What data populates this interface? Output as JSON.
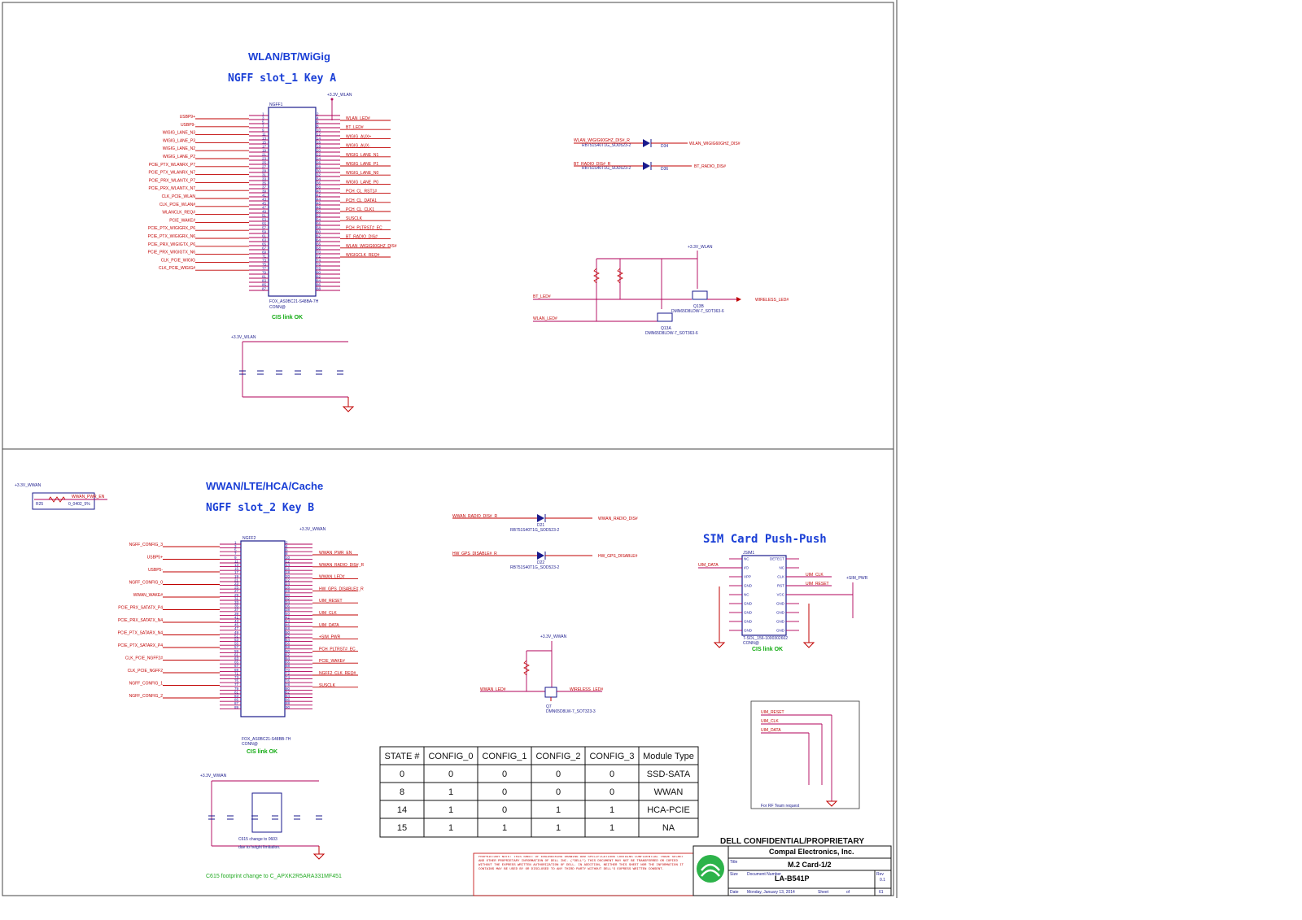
{
  "sections": {
    "top": {
      "title": "WLAN/BT/WiGig",
      "subtitle": "NGFF slot_1 Key A",
      "connector_ref": "NGFF1",
      "connector_part": "FOX_AS0BC21-S48BA-7H",
      "connector_tag": "CONN@",
      "cis_note": "CIS link OK",
      "power_label": "+3.3V_WLAN"
    },
    "bottom": {
      "title": "WWAN/LTE/HCA/Cache",
      "subtitle": "NGFF slot_2 Key B",
      "connector_ref": "NGFF2",
      "connector_part": "FOX_AS0BC21-S48BB-7H",
      "connector_tag": "CONN@",
      "cis_note": "CIS link OK",
      "power_label": "+3.3V_WWAN"
    },
    "sim": {
      "title": "SIM Card Push-Push",
      "ref": "JSIM1",
      "part": "T-SOL_156-1000302602",
      "tag": "CONN@",
      "cis_note": "CIS link OK",
      "power_label": "+SIM_PWR",
      "pins_left": [
        "NC",
        "I/O",
        "VPP",
        "GND",
        "NC",
        "GND",
        "GND",
        "GND",
        "GND"
      ],
      "pins_right": [
        "DETECT",
        "NC",
        "CLK",
        "RST",
        "VCC",
        "GND",
        "GND",
        "GND",
        "GND"
      ],
      "nets": [
        "UIM_DATA",
        "UIM_CLK",
        "UIM_RESET"
      ],
      "rf_note": "For RF Team request"
    }
  },
  "nets_left_top": [
    "USBP9+",
    "USBP9-",
    "WIGIG_LANE_N3",
    "WIGIG_LANE_P3",
    "WIGIG_LANE_N2",
    "WIGIG_LANE_P2",
    "PCIE_PTX_WLANRX_P7",
    "PCIE_PTX_WLANRX_N7",
    "PCIE_PRX_WLANTX_P7",
    "PCIE_PRX_WLANTX_N7",
    "CLK_PCIE_WLAN",
    "CLK_PCIE_WLAN#",
    "WLANCLK_REQ#",
    "PCIE_WAKE#",
    "PCIE_PTX_WIGIGRX_P6",
    "PCIE_PTX_WIGIGRX_N6",
    "PCIE_PRX_WIGIGTX_P6",
    "PCIE_PRX_WIGIGTX_N6",
    "CLK_PCIE_WIGIG",
    "CLK_PCIE_WIGIG#"
  ],
  "nets_right_top": [
    "WLAN_LED#",
    "BT_LED#",
    "WIGIG_AUX+",
    "WIGIG_AUX-",
    "WIGIG_LANE_N1",
    "WIGIG_LANE_P1",
    "WIGIG_LANE_N0",
    "WIGIG_LANE_P0",
    "PCH_CL_RST1#",
    "PCH_CL_DATA1",
    "PCH_CL_CLK1",
    "SUSCLK",
    "PCH_PLTRST#_EC",
    "BT_RADIO_DIS#",
    "WLAN_WIGIG60GHZ_DIS#",
    "WIGIGCLK_REQ#"
  ],
  "led_circuit": {
    "nets": [
      "WLAN_WIGIG60GHZ_DIS#_R",
      "BT_RADIO_DIS#_R",
      "WLAN_WIGIG60GHZ_DIS#",
      "BT_RADIO_DIS#",
      "BT_LED#",
      "WLAN_LED#",
      "WIRELESS_LED#"
    ],
    "diode_part": "RB751S40T1G_SOD523-2",
    "diodes": [
      "D34",
      "D36"
    ],
    "fet_part": "DMN65D8LDW-7_SOT363-6",
    "fets": [
      "Q13A",
      "Q13B"
    ],
    "power_label": "+3.3V_WLAN"
  },
  "nets_left_bottom": [
    "NGFF_CONFIG_3",
    "USBP5+",
    "USBP5-",
    "NGFF_CONFIG_0",
    "WWAN_WAKE#",
    "PCIE_PRX_SATATX_P4",
    "PCIE_PRX_SATATX_N4",
    "PCIE_PTX_SATARX_N4",
    "PCIE_PTX_SATARX_P4",
    "CLK_PCIE_NGFF2#",
    "CLK_PCIE_NGFF2",
    "NGFF_CONFIG_1",
    "NGFF_CONFIG_2"
  ],
  "nets_right_bottom": [
    "WWAN_PWR_EN",
    "WWAN_RADIO_DIS#_R",
    "WWAN_LED#",
    "HW_GPS_DISABLE#_R",
    "UIM_RESET",
    "UIM_CLK",
    "UIM_DATA",
    "+SIM_PWR",
    "PCH_PLTRST#_EC",
    "PCIE_WAKE#",
    "NGFF2_CLK_REQ#",
    "SUSCLK"
  ],
  "wwan_control": {
    "nets": [
      "WWAN_RADIO_DIS#_R",
      "WWAN_RADIO_DIS#",
      "HW_GPS_DISABLE#_R",
      "HW_GPS_DISABLE#",
      "WWAN_LED#",
      "WIRELESS_LED#"
    ],
    "diodes": [
      "D21",
      "D22"
    ],
    "diode_part": "RB751S40T1G_SOD523-2",
    "fet": "Q7",
    "fet_part": "DMN65D8LW-7_SOT323-3",
    "power_label": "+3.3V_WWAN",
    "resistor": "R25",
    "resistor_net": "WWAN_PWR_EN",
    "resistor_value": "0_0402_5%"
  },
  "notes": {
    "cap_change": "C615 change to 0603",
    "cap_reason": "due to height limitation.",
    "footprint": "C615 footprint change to C_APXK2R5ARA331MF451"
  },
  "config_table": {
    "headers": [
      "STATE #",
      "CONFIG_0",
      "CONFIG_1",
      "CONFIG_2",
      "CONFIG_3",
      "Module Type"
    ],
    "rows": [
      [
        "0",
        "0",
        "0",
        "0",
        "0",
        "SSD-SATA"
      ],
      [
        "8",
        "1",
        "0",
        "0",
        "0",
        "WWAN"
      ],
      [
        "14",
        "1",
        "0",
        "1",
        "1",
        "HCA-PCIE"
      ],
      [
        "15",
        "1",
        "1",
        "1",
        "1",
        "NA"
      ]
    ]
  },
  "title_block": {
    "confidential": "DELL CONFIDENTIAL/PROPRIETARY",
    "company": "Compal Electronics, Inc.",
    "title": "M.2 Card-1/2",
    "doc_number": "LA-B541P",
    "sheet": "61",
    "date": "Monday, January 13, 2014",
    "title_label": "Title",
    "size_label": "Size",
    "doc_label": "Document Number",
    "date_label": "Date",
    "sheet_label": "Sheet",
    "of_label": "of",
    "rev_label": "Rev",
    "rev": "0.1",
    "proprietary_note": "PROPRIETARY NOTE: THIS SHEET OF ENGINEERING DRAWING AND SPECIFICATIONS CONTAINS CONFIDENTIAL TRADE SECRET AND OTHER PROPRIETARY INFORMATION OF DELL INC. (\"DELL\") THIS DOCUMENT MAY NOT BE TRANSFERRED OR COPIED WITHOUT THE EXPRESS WRITTEN AUTHORIZATION OF DELL. IN ADDITION, NEITHER THIS SHEET NOR THE INFORMATION IT CONTAINS MAY BE USED BY OR DISCLOSED TO ANY THIRD PARTY WITHOUT DELL'S EXPRESS WRITTEN CONSENT."
  },
  "colors": {
    "title_blue": "#1a3fd6",
    "net_red": "#c00000",
    "wire_magenta": "#b0005a",
    "symbol_navy": "#1a1a8c",
    "ok_green": "#11aa11"
  }
}
